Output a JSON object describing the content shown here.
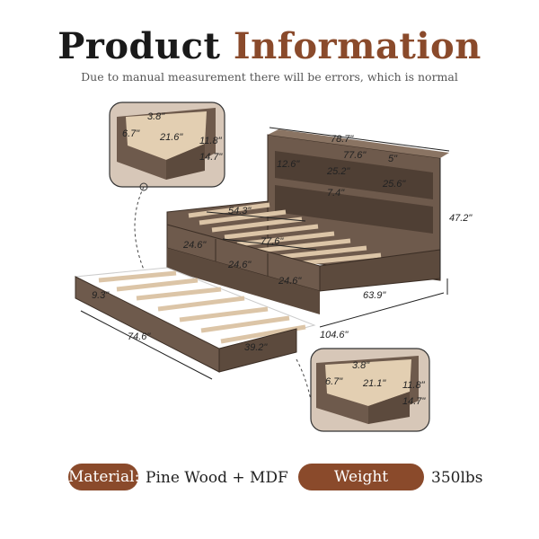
{
  "header": {
    "title_part1": "Product",
    "title_part2": "Information",
    "subtitle": "Due to manual measurement there will be errors, which is normal"
  },
  "dimensions": {
    "overall_length": "78.7\"",
    "inner_width": "77.6\"",
    "shelf_depth": "5\"",
    "shelf_height": "12.6\"",
    "shelf_mid_width": "25.2\"",
    "shelf_right_width": "25.6\"",
    "shelf_gap": "7.4\"",
    "total_height": "47.2\"",
    "mattress_width": "54.3\"",
    "mattress_length": "77.6\"",
    "drawer_1": "24.6\"",
    "drawer_2": "24.6\"",
    "drawer_3": "24.6\"",
    "depth": "63.9\"",
    "extended_length": "104.6\"",
    "trundle_height": "9.3\"",
    "trundle_length": "74.6\"",
    "trundle_width": "39.2\""
  },
  "detail_top": {
    "a": "3.8\"",
    "b": "6.7\"",
    "c": "21.6\"",
    "d": "11.8\"",
    "e": "14.7\""
  },
  "detail_bottom": {
    "a": "3.8\"",
    "b": "6.7\"",
    "c": "21.1\"",
    "d": "11.8\"",
    "e": "14.7\""
  },
  "specs": {
    "material_label": "Material:",
    "material_value": "Pine Wood + MDF",
    "weight_label": "Weight Capacity:",
    "weight_value": "350lbs"
  },
  "colors": {
    "accent": "#8a4a2b",
    "wood": "#6e5a4c",
    "wood_dark": "#4f3f34",
    "slat": "#dcc5a7"
  }
}
